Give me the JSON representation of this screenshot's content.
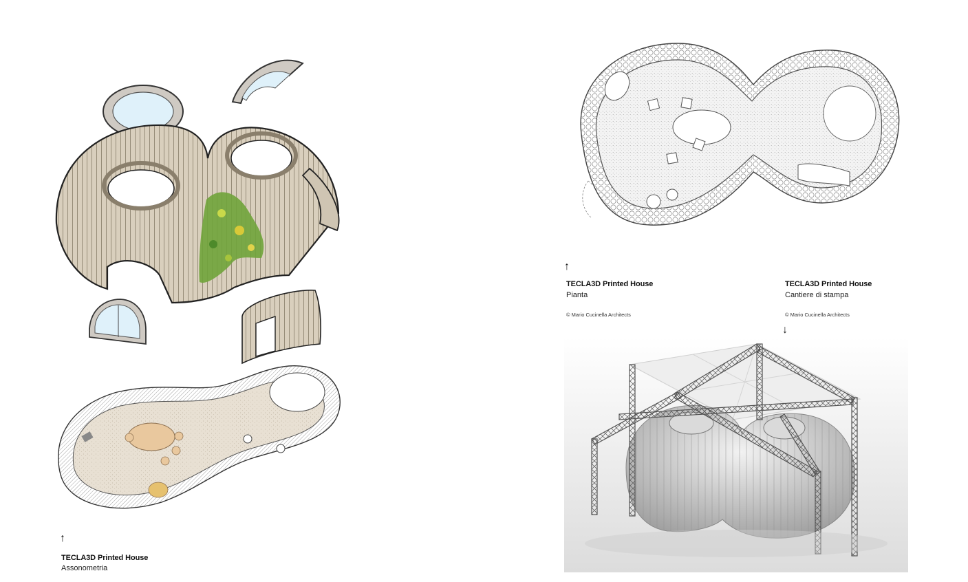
{
  "figures": [
    {
      "title": "TECLA3D Printed House",
      "subtitle": "Assonometria"
    },
    {
      "title": "TECLA3D Printed House",
      "subtitle": "Pianta",
      "credit": "© Mario Cucinella Architects"
    },
    {
      "title": "TECLA3D Printed House",
      "subtitle": "Cantiere di stampa",
      "credit": "© Mario Cucinella Architects"
    }
  ],
  "arrows": {
    "up": "↑",
    "down": "↓"
  },
  "colors": {
    "clay": "#d8cfbf",
    "clay_dark": "#a89c86",
    "glass": "#dff1fa",
    "greenery": "#6fa33a",
    "floor": "#e9e2d7",
    "render": "#d6d6d6"
  }
}
